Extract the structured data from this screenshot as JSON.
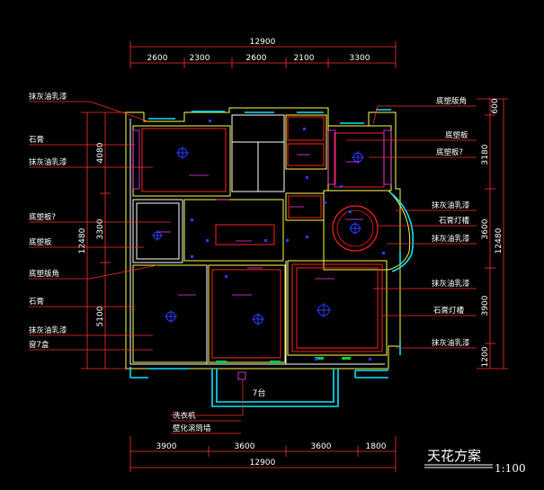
{
  "top_dims": {
    "total": "12900",
    "segments": [
      "2600",
      "2300",
      "2600",
      "2100",
      "3300"
    ]
  },
  "bottom_dims": {
    "total": "12900",
    "segments": [
      "3900",
      "3600",
      "3600",
      "1800"
    ]
  },
  "left_dims": {
    "total": "12480",
    "segments": [
      "4080",
      "3300",
      "5100"
    ]
  },
  "right_dims": {
    "total": "12480",
    "segments": [
      "600",
      "3180",
      "3600",
      "3900",
      "1200"
    ]
  },
  "left_labels": [
    "抹灰油乳漆",
    "石膏",
    "抹灰油乳漆",
    "底塑板?",
    "底塑板",
    "底塑版角",
    "石膏",
    "抹灰油乳漆",
    "窗7盒"
  ],
  "right_labels": [
    "底塑版角",
    "底塑板",
    "底塑板?",
    "抹灰油乳漆",
    "石膏灯槽",
    "抹灰油乳漆",
    "抹灰油乳漆",
    "石膏灯槽",
    "抹灰油乳漆"
  ],
  "bottom_labels": [
    "洗衣机",
    "壁化滚筒墙"
  ],
  "balcony_label": "7台",
  "title": "天花方案",
  "scale": "1:100",
  "colors": {
    "wall": "#ffff44",
    "ceiling": "#ff2020",
    "window": "#00e5ff",
    "light": "#2a3cff",
    "leader": "#ff3030"
  }
}
